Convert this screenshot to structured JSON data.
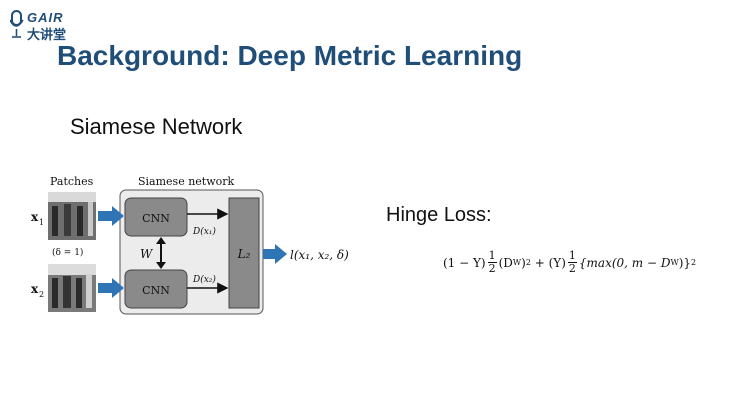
{
  "logo": {
    "line1": "GAIR",
    "line2": "大讲堂"
  },
  "slide": {
    "title": "Background: Deep Metric Learning",
    "subtitle": "Siamese Network",
    "hinge_label": "Hinge Loss:"
  },
  "diagram": {
    "patches_label": "Patches",
    "network_label": "Siamese network",
    "x1_label": "x",
    "x1_sub": "1",
    "x2_label": "x",
    "x2_sub": "2",
    "delta_label": "(δ = 1)",
    "cnn_top": "CNN",
    "cnn_bottom": "CNN",
    "w_label": "W",
    "d1_label": "D(x₁)",
    "d2_label": "D(x₂)",
    "l2_label": "L₂",
    "loss_label": "l(x₁, x₂, δ)",
    "colors": {
      "arrow": "#2e75b6",
      "cnn_fill": "#8a8a8a",
      "panel_fill": "#ececec"
    }
  },
  "formula": {
    "p1": "(1 − Y)",
    "frac1_num": "1",
    "frac1_den": "2",
    "p2": "(D",
    "p2_sub": "W",
    "p3": ")",
    "p3_sup": "2",
    "p4": " + (Y)",
    "frac2_num": "1",
    "frac2_den": "2",
    "p5": "{max(0, m − D",
    "p5_sub": "W",
    "p6": ")}",
    "p6_sup": "2"
  }
}
